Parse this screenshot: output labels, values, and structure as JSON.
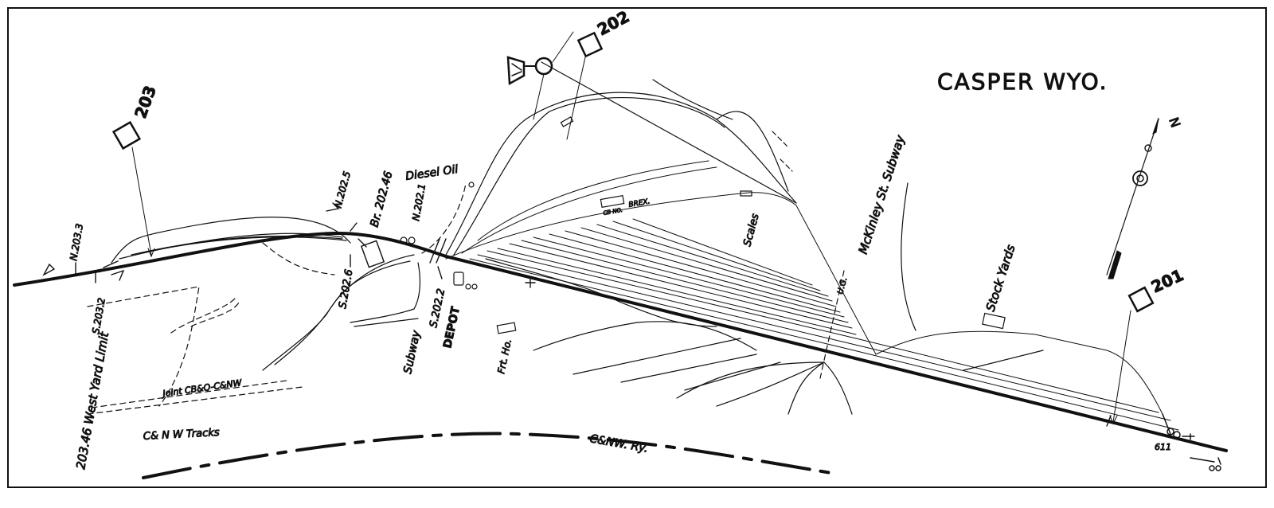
{
  "title": "CASPER WYO.",
  "compass": {
    "north_label": "N"
  },
  "signals": [
    {
      "id": "sig-203",
      "label": "203"
    },
    {
      "id": "sig-202",
      "label": "202"
    },
    {
      "id": "sig-201",
      "label": "201"
    }
  ],
  "labels": {
    "west_yard_limit": "203.46 West Yard Limit",
    "n2033": "N.203.3",
    "s2032": "S.203.2",
    "n2025": "N.202.5",
    "br20246": "Br. 202.46",
    "s2026": "S.202.6",
    "n2021": "N.202.1",
    "diesel_oil": "Diesel Oil",
    "cb_no": "CB NO.",
    "brex": "BREX.",
    "scales": "Scales",
    "mckinley": "McKinley St. Subway",
    "ug": "U.G.",
    "stock_yards": "Stock Yards",
    "subway": "Subway",
    "s2022": "S.202.2",
    "depot": "DEPOT",
    "frt_ho": "Frt. Ho.",
    "joint": "Joint CB&Q-C&NW",
    "cnw_tracks": "C& N W Tracks",
    "cnw_ry": "C&NW. Ry.",
    "six_eleven": "611"
  },
  "colors": {
    "ink": "#111111",
    "paper": "#ffffff"
  }
}
